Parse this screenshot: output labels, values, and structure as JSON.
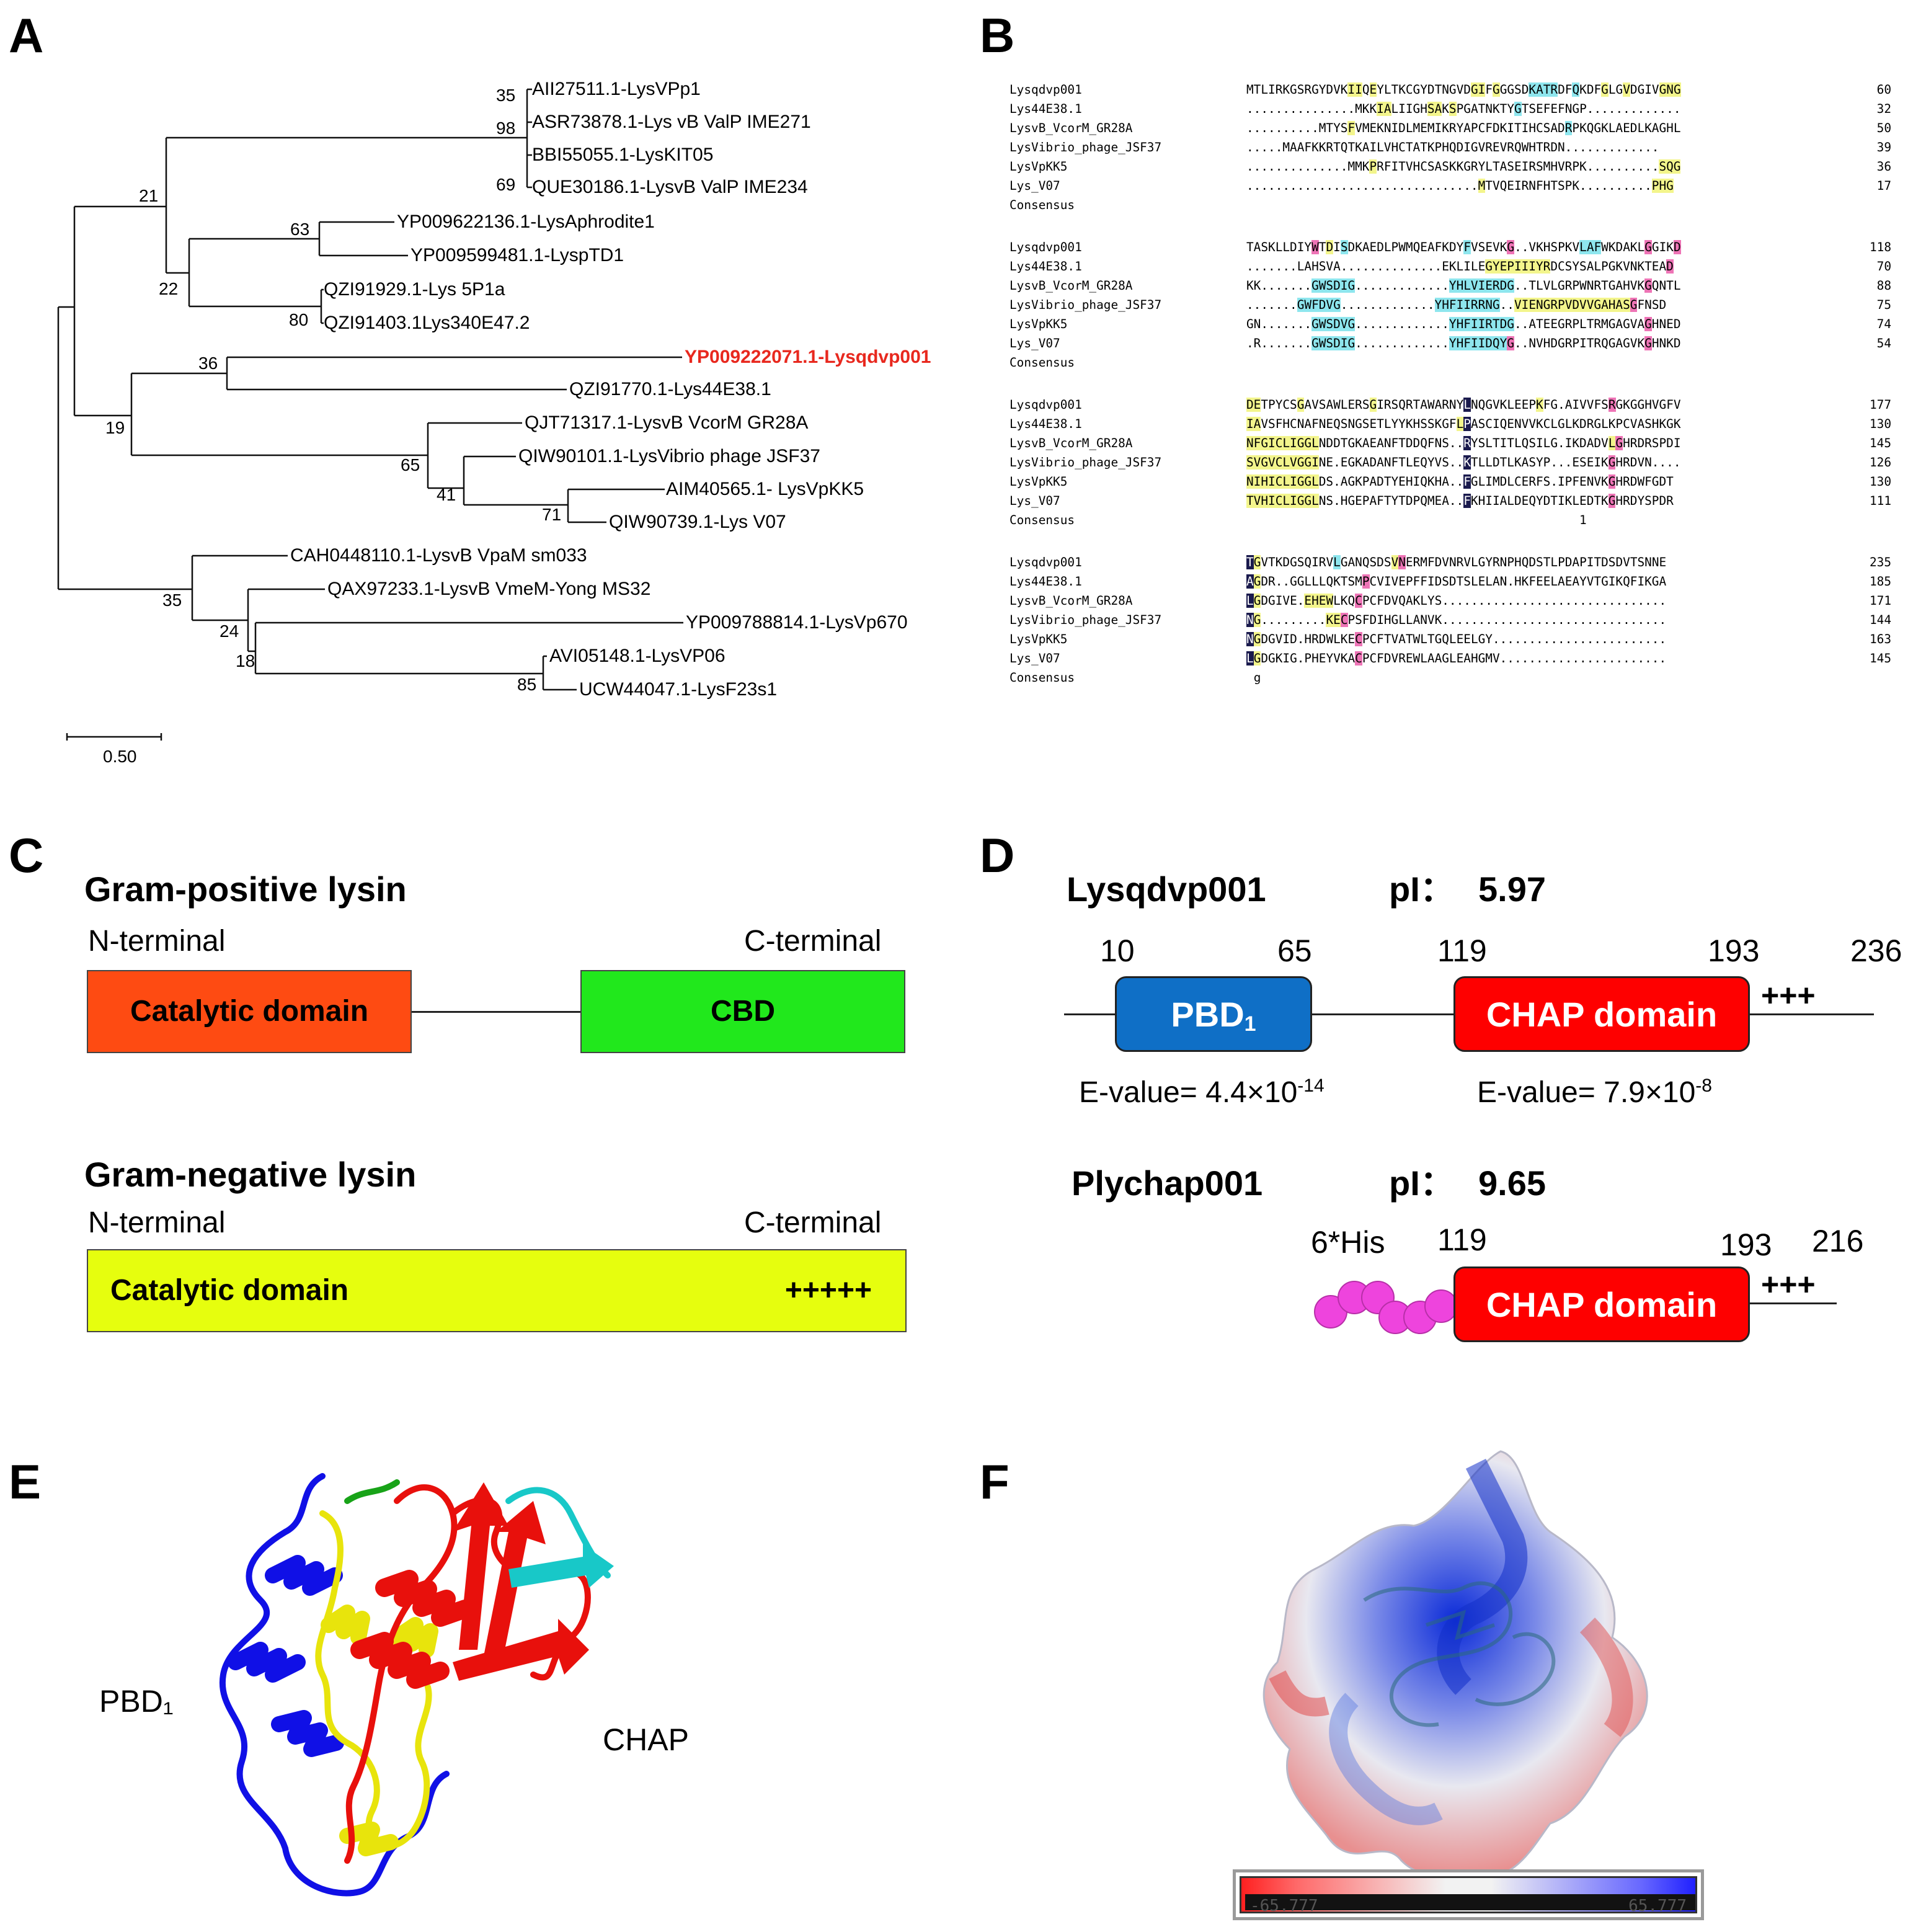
{
  "panels": {
    "A": "A",
    "B": "B",
    "C": "C",
    "D": "D",
    "E": "E",
    "F": "F"
  },
  "tree": {
    "leaves": [
      "AII27511.1-LysVPp1",
      "ASR73878.1-Lys vB ValP IME271",
      "BBI55055.1-LysKIT05",
      "QUE30186.1-LysvB ValP IME234",
      "YP009622136.1-LysAphrodite1",
      "YP009599481.1-LyspTD1",
      "QZI91929.1-Lys 5P1a",
      "QZI91403.1Lys340E47.2",
      "YP009222071.1-Lysqdvp001",
      "QZI91770.1-Lys44E38.1",
      "QJT71317.1-LysvB VcorM GR28A",
      "QIW90101.1-LysVibrio phage JSF37",
      "AIM40565.1- LysVpKK5",
      "QIW90739.1-Lys V07",
      "CAH0448110.1-LysvB VpaM sm033",
      "QAX97233.1-LysvB VmeM-Yong MS32",
      "YP009788814.1-LysVp670",
      "AVI05148.1-LysVP06",
      "UCW44047.1-LysF23s1"
    ],
    "highlight_color": "#e8281e",
    "bootstrap": [
      "35",
      "98",
      "69",
      "21",
      "63",
      "22",
      "80",
      "36",
      "19",
      "65",
      "41",
      "71",
      "35",
      "24",
      "18",
      "85"
    ],
    "scale_label": "0.50"
  },
  "alignment": {
    "consensus_label": "Consensus",
    "colors": {
      "yellow": "#f3f58c",
      "cyan": "#8ee6ee",
      "magenta": "#ee74b6",
      "navy": "#1a1a4d"
    },
    "blocks": [
      {
        "rows": [
          {
            "name": "Lysqdvp001",
            "seq": "MTLIRKGSRGYDVKIIQEYLTKCGYDTNGVDGIFGGGSDKATRDFQKDFGLGVDGIVGNG",
            "num": "60"
          },
          {
            "name": "Lys44E38.1",
            "seq": "...............MKKIALIIGHSAKSPGATNKTYGTSEFEFNGP.............",
            "num": "32"
          },
          {
            "name": "LysvB_VcorM_GR28A",
            "seq": "..........MTYSFVMEKNIDLMEMIKRYAPCFDKITIHCSADRPKQGKLAEDLKAGHL",
            "num": "50"
          },
          {
            "name": "LysVibrio_phage_JSF37",
            "seq": ".....MAAFKKRTQTKAILVHCTATKPHQDIGVREVRQWHTRDN.............",
            "num": "39"
          },
          {
            "name": "LysVpKK5",
            "seq": "..............MMKPRFITVHCSASKKGRYLTASEIRSMHVRPK..........SQG",
            "num": "36"
          },
          {
            "name": "Lys_V07",
            "seq": "................................MTVQEIRNFHTSPK..........PHG",
            "num": "17"
          }
        ],
        "consensus": ""
      },
      {
        "rows": [
          {
            "name": "Lysqdvp001",
            "seq": "TASKLLDIYWTDISDKAEDLPWMQEAFKDYFVSEVKG..VKHSPKVLAFWKDAKLGGIKD",
            "num": "118"
          },
          {
            "name": "Lys44E38.1",
            "seq": ".......LAHSVA..............EKLILEGYEPIIIYRDCSYSALPGKVNKTEAD",
            "num": "70"
          },
          {
            "name": "LysvB_VcorM_GR28A",
            "seq": "KK.......GWSDIG.............YHLVIERDG..TLVLGRPWNRTGAHVKGQNTL",
            "num": "88"
          },
          {
            "name": "LysVibrio_phage_JSF37",
            "seq": ".......GWFDVG.............YHFIIRRNG..VIENGRPVDVVGAHASGFNSD",
            "num": "75"
          },
          {
            "name": "LysVpKK5",
            "seq": "GN.......GWSDVG.............YHFIIRTDG..ATEEGRPLTRMGAGVAGHNED",
            "num": "74"
          },
          {
            "name": "Lys_V07",
            "seq": ".R.......GWSDIG.............YHFIIDQYG..NVHDGRPITRQGAGVKGHNKD",
            "num": "54"
          }
        ],
        "consensus": ""
      },
      {
        "rows": [
          {
            "name": "Lysqdvp001",
            "seq": "DETPYCSGAVSAWLERSGIRSQRTAWARNYLNQGVKLEEPKFG.AIVVFSRGKGGHVGFV",
            "num": "177"
          },
          {
            "name": "Lys44E38.1",
            "seq": "IAVSFHCNAFNEQSNGSETLYYKHSSKGFLPASCIQENVVKCLGLKDRGLKPCVASHKGK",
            "num": "130"
          },
          {
            "name": "LysvB_VcorM_GR28A",
            "seq": "NFGICLIGGLNDDTGKAEANFTDDQFNS..RYSLTITLQSILG.IKDADVLGHRDRSPDI",
            "num": "145"
          },
          {
            "name": "LysVibrio_phage_JSF37",
            "seq": "SVGVCLVGGINE.EGKADANFTLEQYVS..KTLLDTLKASYP...ESEIKGHRDVN....",
            "num": "126"
          },
          {
            "name": "LysVpKK5",
            "seq": "NIHICLIGGLDS.AGKPADTYEHIQKHA..FGLIMDLCERFS.IPFENVKGHRDWFGDT",
            "num": "130"
          },
          {
            "name": "Lys_V07",
            "seq": "TVHICLIGGLNS.HGEPAFTYTDPQMEA..FKHIIALDEQYDTIKLEDTKGHRDYSPDR",
            "num": "111"
          }
        ],
        "consensus": "1"
      },
      {
        "rows": [
          {
            "name": "Lysqdvp001",
            "seq": "TGVTKDGSQIRVLGANQSDSVNERMFDVNRVLGYRNPHQDSTLPDAPITDSDVTSNNE",
            "num": "235"
          },
          {
            "name": "Lys44E38.1",
            "seq": "AGDR..GGLLLQKTSMPCVIVEPFFIDSDTSLELAN.HKFEELAEAYVTGIKQFIKGA",
            "num": "185"
          },
          {
            "name": "LysvB_VcorM_GR28A",
            "seq": "LGDGIVE.EHEWLKQCPCFDVQAKLYS...............................",
            "num": "171"
          },
          {
            "name": "LysVibrio_phage_JSF37",
            "seq": "NG.........KECPSFDIHGLLANVK...............................",
            "num": "144"
          },
          {
            "name": "LysVpKK5",
            "seq": "NGDGVID.HRDWLKECPCFTVATWLTGQLEELGY........................",
            "num": "163"
          },
          {
            "name": "Lys_V07",
            "seq": "LGDGKIG.PHEYVKACPCFDVREWLAAGLEAHGMV.......................",
            "num": "145"
          }
        ],
        "consensus": "g"
      }
    ]
  },
  "panelC": {
    "gram_positive_title": "Gram-positive lysin",
    "n_terminal": "N-terminal",
    "c_terminal": "C-terminal",
    "catalytic_domain": "Catalytic domain",
    "cbd": "CBD",
    "gram_negative_title": "Gram-negative lysin",
    "positive_charge": "+++++",
    "colors": {
      "catalytic_pos": "#fe4b12",
      "cbd": "#21e81c",
      "catalytic_neg": "#e6fe0e"
    }
  },
  "panelD": {
    "protein1": {
      "name": "Lysqdvp001",
      "pi_label": "pI：",
      "pi_value": "5.97",
      "positions": [
        "10",
        "65",
        "119",
        "193",
        "236"
      ],
      "pbd_label": "PBD",
      "pbd_sub": "1",
      "chap_label": "CHAP domain",
      "charge": "+++",
      "evalue1_prefix": "E-value= 4.4×10",
      "evalue1_exp": "-14",
      "evalue2_prefix": "E-value= 7.9×10",
      "evalue2_exp": "-8"
    },
    "protein2": {
      "name": "Plychap001",
      "pi_label": "pI：",
      "pi_value": "9.65",
      "his_tag": "6*His",
      "positions": [
        "119",
        "193",
        "216"
      ],
      "chap_label": "CHAP domain",
      "charge": "+++"
    },
    "colors": {
      "pbd": "#0f6fc6",
      "chap": "#fe0000",
      "his": "#ee44dd"
    }
  },
  "panelE": {
    "pbd_label": "PBD₁",
    "chap_label": "CHAP"
  },
  "panelF": {
    "scale_min": "-65.777",
    "scale_max": "65.777"
  }
}
